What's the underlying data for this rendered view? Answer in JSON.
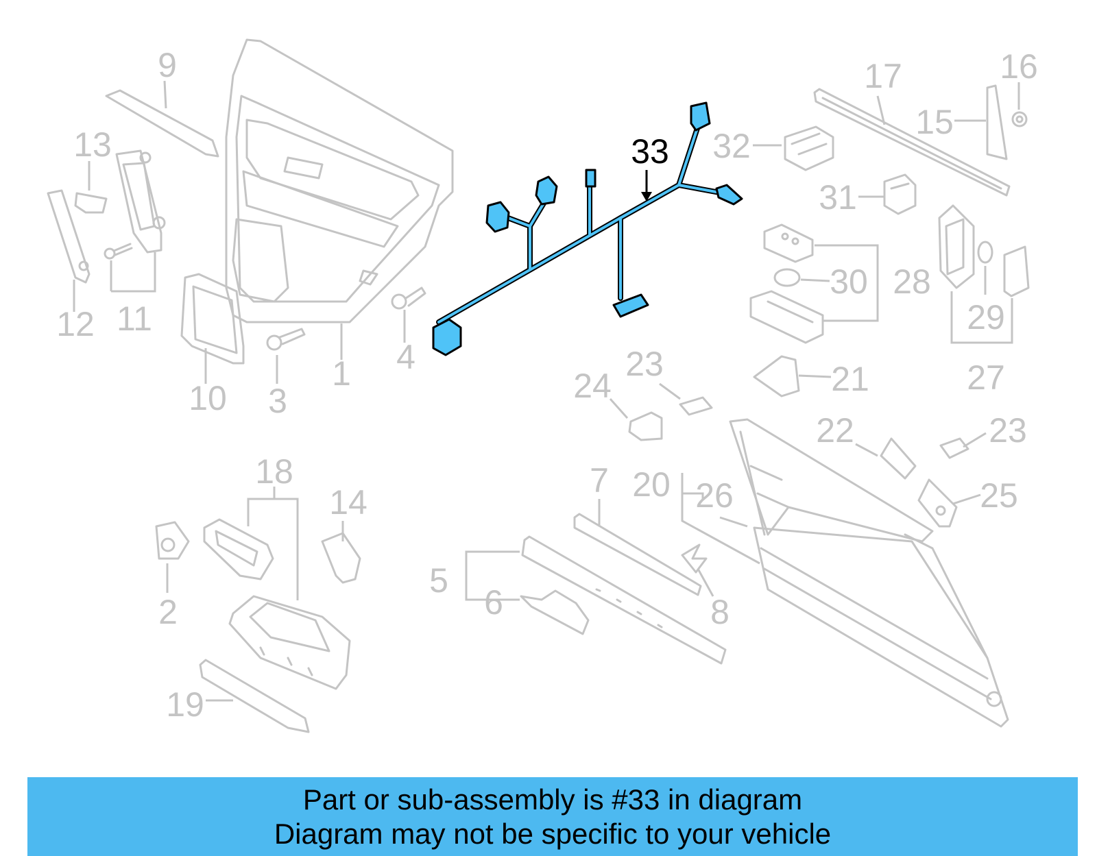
{
  "callouts": {
    "c1": "1",
    "c2": "2",
    "c3": "3",
    "c4": "4",
    "c5": "5",
    "c6": "6",
    "c7": "7",
    "c8": "8",
    "c9": "9",
    "c10": "10",
    "c11": "11",
    "c12": "12",
    "c13": "13",
    "c14": "14",
    "c15": "15",
    "c16": "16",
    "c17": "17",
    "c18": "18",
    "c19": "19",
    "c20": "20",
    "c21": "21",
    "c22": "22",
    "c23a": "23",
    "c23b": "23",
    "c24": "24",
    "c25": "25",
    "c26": "26",
    "c27": "27",
    "c28": "28",
    "c29": "29",
    "c30": "30",
    "c31": "31",
    "c32": "32",
    "c33": "33"
  },
  "highlighted_part": "33",
  "colors": {
    "highlight": "#4fc3f7",
    "banner": "#4db9f0",
    "greyed": "#c4c4c4"
  },
  "banner": {
    "line1": "Part or sub-assembly is #33 in diagram",
    "line2": "Diagram may not be specific to your vehicle"
  }
}
